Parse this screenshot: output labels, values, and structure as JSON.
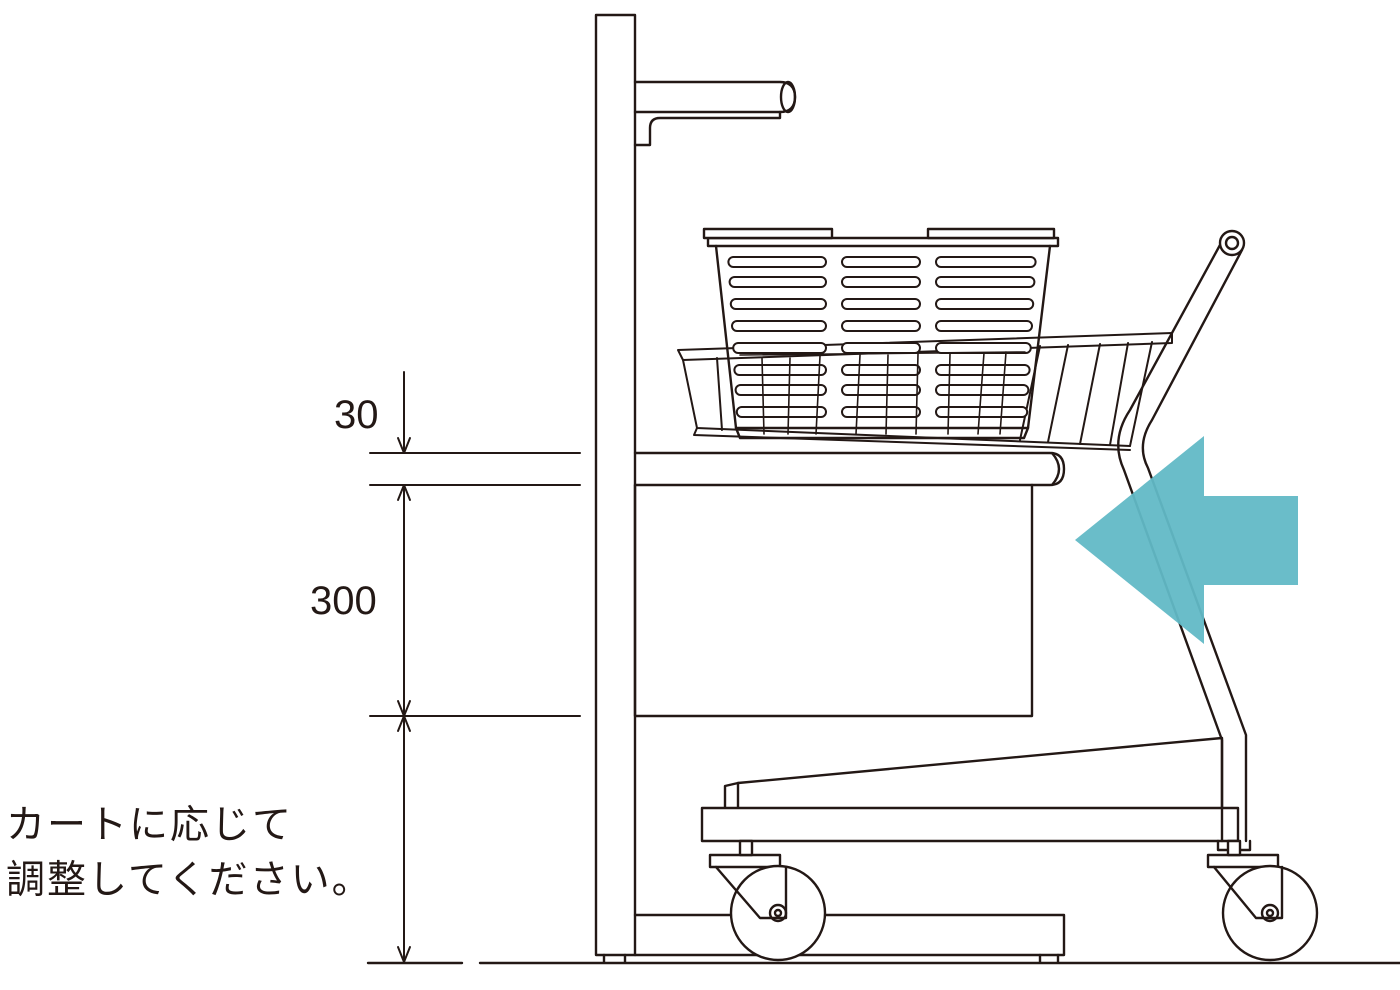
{
  "dimensions": [
    {
      "id": "dim-30",
      "label": "30"
    },
    {
      "id": "dim-300",
      "label": "300"
    }
  ],
  "note": {
    "line1": "カートに応じて",
    "line2": "調整してください。"
  },
  "colors": {
    "line": "#231815",
    "arrow": "#62b9c6",
    "background": "#ffffff"
  },
  "arrow": {
    "direction": "left",
    "icon": "push-arrow-icon"
  }
}
